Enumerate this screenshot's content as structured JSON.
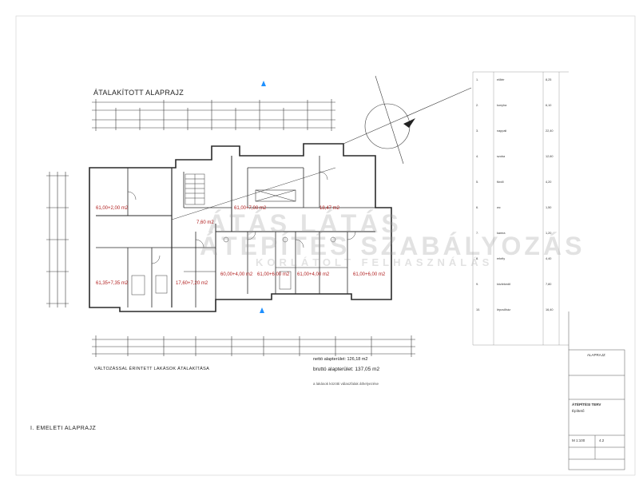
{
  "drawing": {
    "plan_title": "ÁTALAKÍTOTT ALAPRAJZ",
    "sheet_title": "I. EMELETI ALAPRAJZ",
    "section_note": "VÁLTOZÁSSAL ÉRINTETT LAKÁSOK ÁTALAKÍTÁSA",
    "area_net": "nettó alapterület: 126,18 m2",
    "area_gross": "bruttó alapterület: 137,05 m2",
    "caption": "a lakások közötti válaszfalak áthelyezése"
  },
  "rooms": [
    {
      "name": "r1",
      "label": "61,00+2,00 m2"
    },
    {
      "name": "r2",
      "label": "61,00+7,00 m2"
    },
    {
      "name": "r3",
      "label": "7,60 m2"
    },
    {
      "name": "r4",
      "label": "18,47 m2"
    },
    {
      "name": "r5",
      "label": "61,35+7,35 m2"
    },
    {
      "name": "r6",
      "label": "17,60+7,20 m2"
    },
    {
      "name": "r7",
      "label": "60,00+4,00 m2"
    },
    {
      "name": "r8",
      "label": "61,00+6,00 m2"
    },
    {
      "name": "r9",
      "label": "61,00+4,00 m2"
    },
    {
      "name": "r10",
      "label": "61,00+6,00 m2"
    }
  ],
  "watermark": {
    "line1": "ÁTÁS LÁTÁS",
    "line2": "ÁTÉPÍTÉS SZABÁLYOZÁS",
    "line3": "KORLÁTOLT FELHASZNÁLÁS"
  },
  "legend": {
    "rows": [
      {
        "code": "1.",
        "text": "előtér",
        "area": "8,25"
      },
      {
        "code": "2.",
        "text": "konyha",
        "area": "6,10"
      },
      {
        "code": "3.",
        "text": "nappali",
        "area": "22,40"
      },
      {
        "code": "4.",
        "text": "szoba",
        "area": "12,60"
      },
      {
        "code": "5.",
        "text": "fürdő",
        "area": "4,20"
      },
      {
        "code": "6.",
        "text": "wc",
        "area": "1,50"
      },
      {
        "code": "7.",
        "text": "kamra",
        "area": "1,20"
      },
      {
        "code": "8.",
        "text": "erkély",
        "area": "4,40"
      },
      {
        "code": "9.",
        "text": "közlekedő",
        "area": "7,80"
      },
      {
        "code": "10.",
        "text": "lépcsőház",
        "area": "16,40"
      }
    ]
  },
  "title_block": {
    "project": "ÁTÉPÍTÉSI TERV",
    "client": "Építtető",
    "scale": "M 1:100",
    "drawing_no": "4.2",
    "label": "ALAPRAJZ"
  },
  "colors": {
    "line": "#3a3a3a",
    "room_label": "#b22222",
    "north_arrow": "#1e90ff"
  }
}
